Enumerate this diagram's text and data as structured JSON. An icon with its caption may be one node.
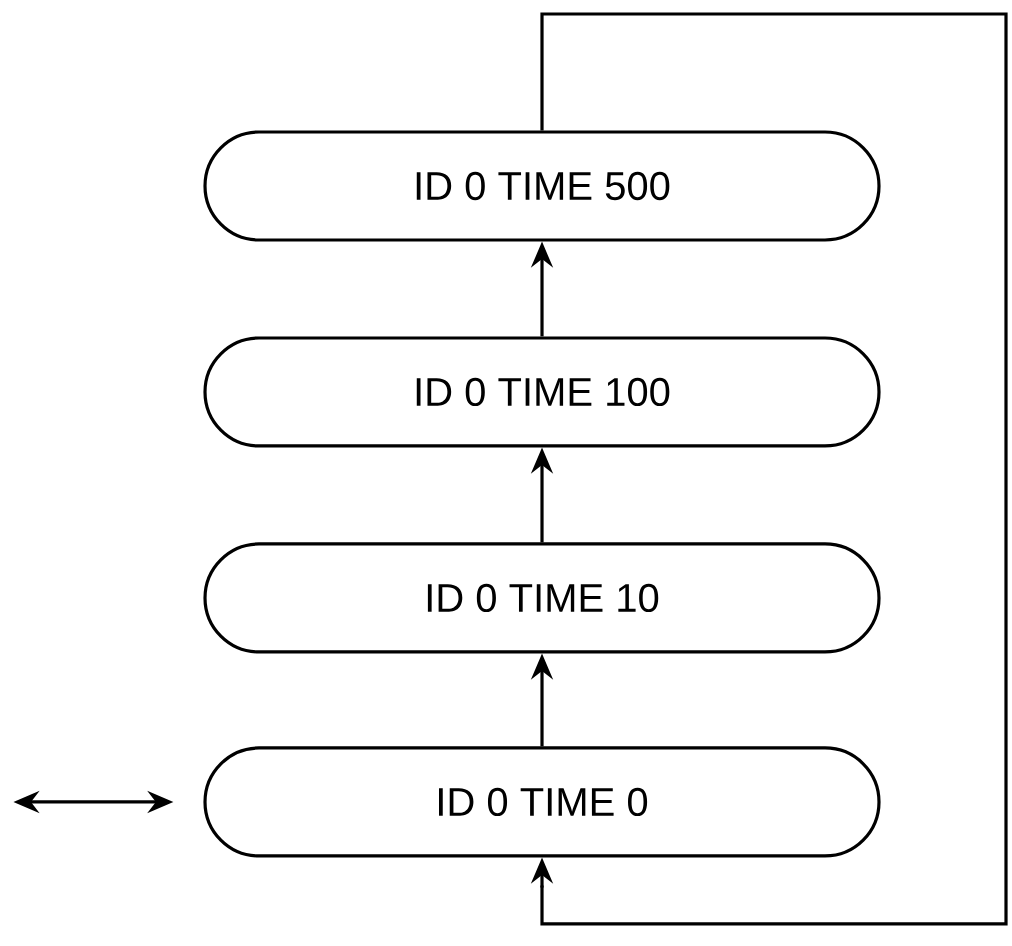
{
  "diagram": {
    "nodes": [
      {
        "text": [
          "ID 0 TIME 500"
        ]
      },
      {
        "text": [
          "ID 0 TIME 100"
        ]
      },
      {
        "text": [
          "ID 0 TIME 10"
        ]
      },
      {
        "text": [
          "ID 0 TIME 0"
        ]
      }
    ],
    "edges": [
      {
        "from": 3,
        "to": 2,
        "arrow": "to"
      },
      {
        "from": 2,
        "to": 1,
        "arrow": "to"
      },
      {
        "from": 1,
        "to": 0,
        "arrow": "to"
      },
      {
        "from": 0,
        "to": 3,
        "arrow": "to"
      },
      {
        "from": null,
        "to": 3,
        "arrow": "both"
      }
    ]
  }
}
